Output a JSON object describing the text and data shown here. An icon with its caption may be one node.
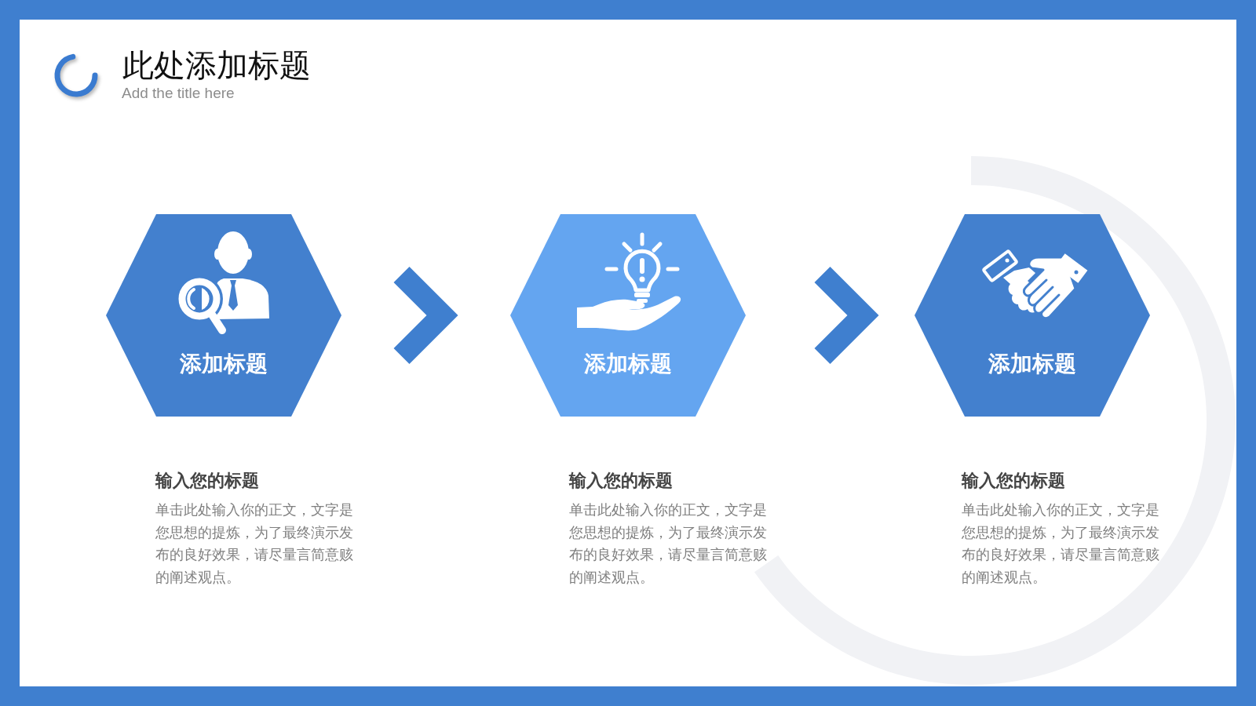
{
  "diagram": {
    "title": "此处添加标题",
    "nodes": [
      {
        "text": [
          "添加标题"
        ],
        "beside": [
          "输入您的标题",
          "单击此处输入你的正文，文字是您思想的提炼，为了最终演示发布的良好效果，请尽量言简意赅的阐述观点。"
        ]
      },
      {
        "text": [
          "添加标题"
        ],
        "beside": [
          "输入您的标题",
          "单击此处输入你的正文，文字是您思想的提炼，为了最终演示发布的良好效果，请尽量言简意赅的阐述观点。"
        ]
      },
      {
        "text": [
          "添加标题"
        ],
        "beside": [
          "输入您的标题",
          "单击此处输入你的正文，文字是您思想的提炼，为了最终演示发布的良好效果，请尽量言简意赅的阐述观点。"
        ]
      }
    ],
    "edges": [
      {
        "from": 0,
        "to": 1,
        "arrow": "to"
      },
      {
        "from": 1,
        "to": 2,
        "arrow": "to"
      }
    ],
    "labels": [
      "Add the title here"
    ]
  }
}
